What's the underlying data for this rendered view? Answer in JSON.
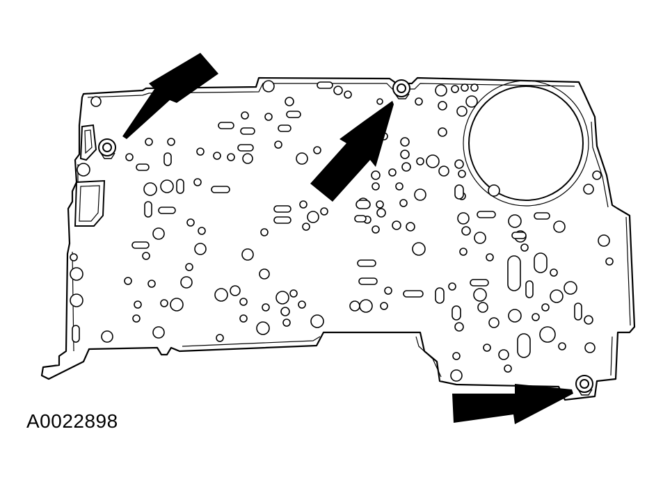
{
  "figure": {
    "reference_code": "A0022898"
  },
  "colors": {
    "stroke": "#000000",
    "fill": "#ffffff",
    "arrow": "#000000"
  },
  "callouts": [
    {
      "name": "arrow-to-bolt-top-left",
      "target": "bolt-top-left"
    },
    {
      "name": "arrow-to-bolt-top-center",
      "target": "bolt-top-center"
    },
    {
      "name": "arrow-to-bolt-bottom-right",
      "target": "bolt-bottom-right"
    }
  ]
}
